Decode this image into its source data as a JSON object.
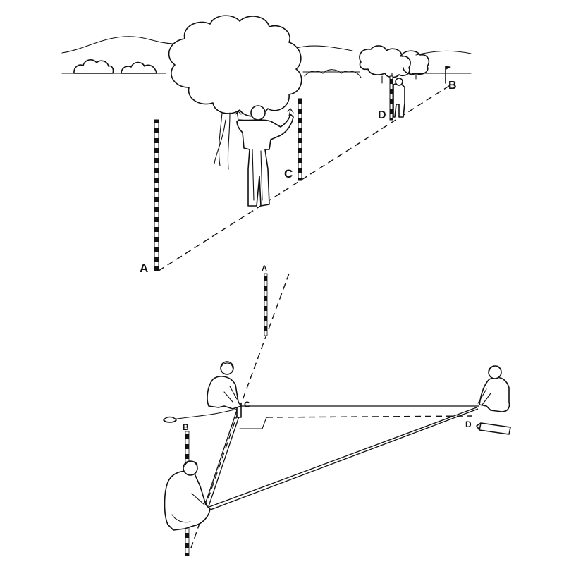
{
  "top_scene": {
    "labels": {
      "a": "A",
      "b": "B",
      "c": "C",
      "d": "D"
    }
  },
  "bottom_scene": {
    "labels": {
      "a": "A",
      "b": "B",
      "c": "C",
      "d": "D"
    }
  }
}
